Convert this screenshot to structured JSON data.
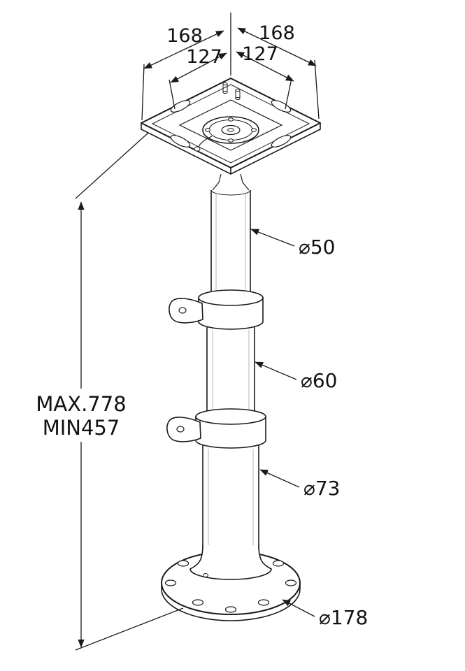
{
  "drawing_title": "telescoping-pedestal-technical-drawing",
  "colors": {
    "line": "#1a1a1a",
    "background": "#ffffff"
  },
  "dims": {
    "top_left_outer": "168",
    "top_left_inner": "127",
    "top_right_outer": "168",
    "top_right_inner": "127",
    "height_max": "MAX.778",
    "height_min": "MIN457",
    "dia_upper_tube": "⌀50",
    "dia_middle_tube": "⌀60",
    "dia_lower_tube": "⌀73",
    "dia_base": "⌀178"
  }
}
